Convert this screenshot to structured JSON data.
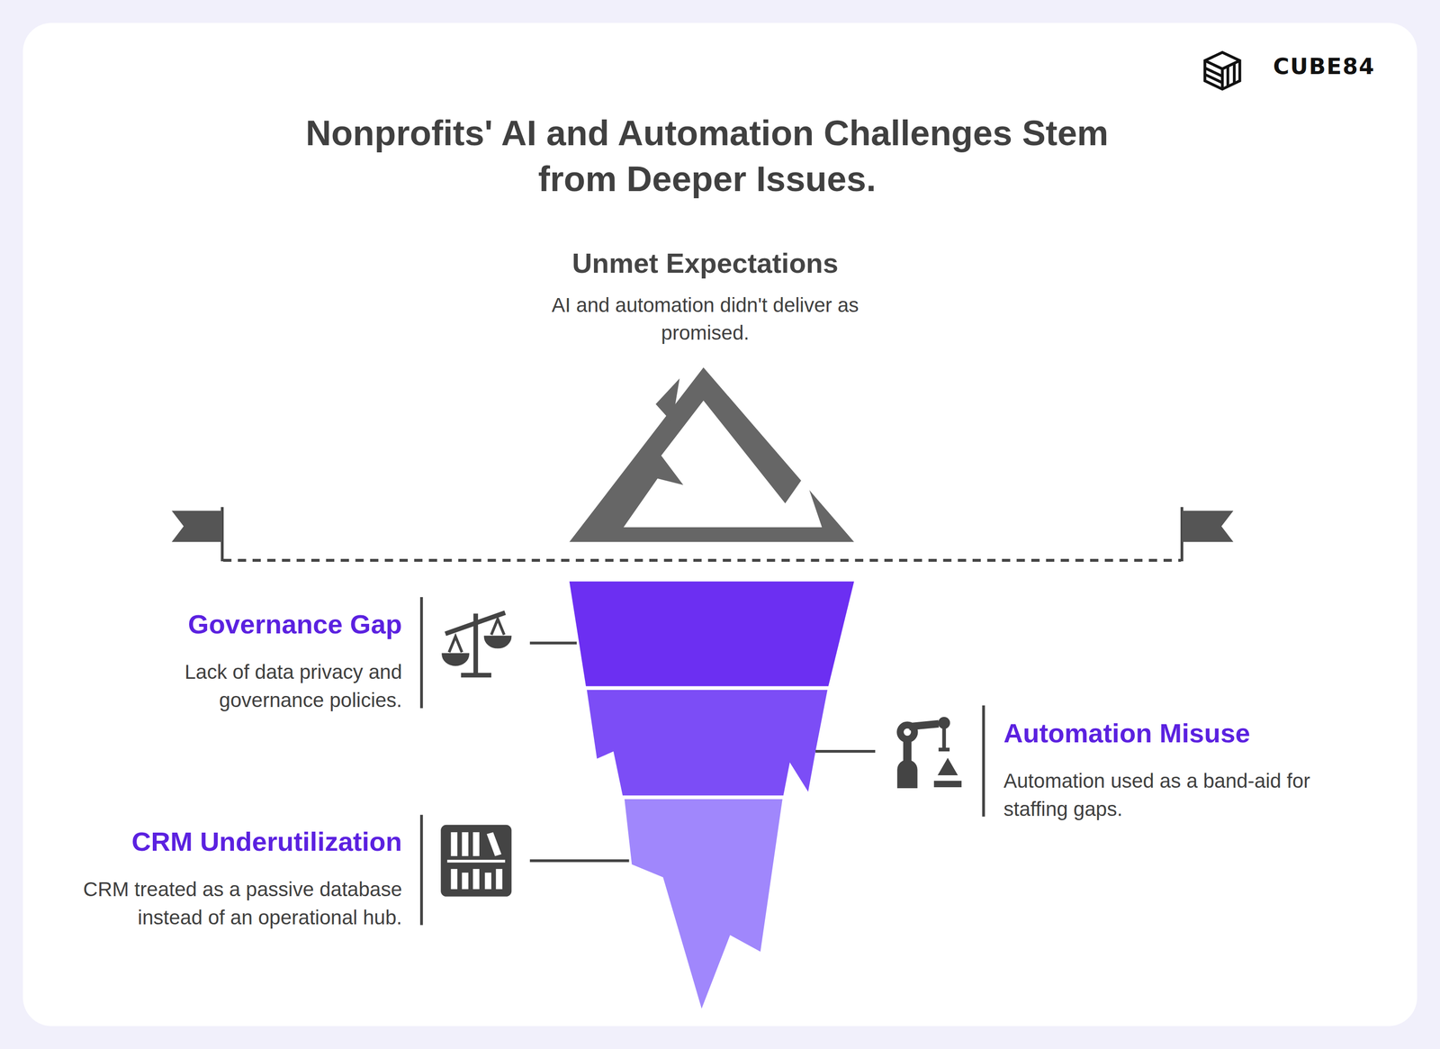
{
  "diagram": {
    "title": "Nonprofits' AI and Automation Challenges Stem from Deeper Issues.",
    "nodes": [
      {
        "text": [
          "Unmet Expectations",
          "AI and automation didn't deliver as promised."
        ]
      },
      {
        "text": [
          "Governance Gap",
          "Lack of data privacy and governance policies."
        ]
      },
      {
        "text": [
          "Automation Misuse",
          "Automation used as a band-aid for staffing gaps."
        ]
      },
      {
        "text": [
          "CRM Underutilization",
          "CRM treated as a passive database instead of an operational hub."
        ]
      }
    ],
    "edges": [],
    "labels": [
      "CUBE84"
    ]
  }
}
